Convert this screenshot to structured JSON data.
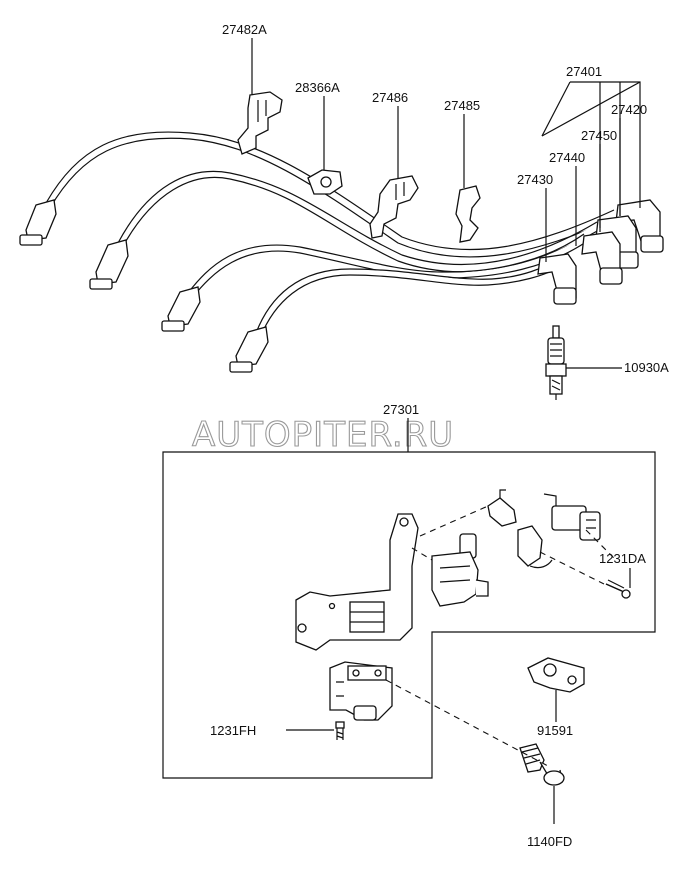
{
  "watermark": "AUTOPITER.RU",
  "labels": {
    "p27482A": "27482A",
    "p28366A": "28366A",
    "p27486": "27486",
    "p27485": "27485",
    "p27401": "27401",
    "p27420": "27420",
    "p27450": "27450",
    "p27440": "27440",
    "p27430": "27430",
    "p10930A": "10930A",
    "p27301": "27301",
    "p1231DA": "1231DA",
    "p91591": "91591",
    "p1231FH": "1231FH",
    "p1140FD": "1140FD"
  }
}
